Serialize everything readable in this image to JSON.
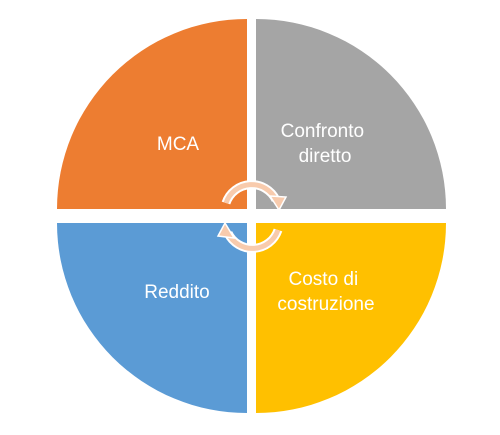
{
  "diagram": {
    "quadrants": [
      {
        "id": "top-left",
        "label_lines": [
          "MCA"
        ],
        "color": "#ED7D31"
      },
      {
        "id": "top-right",
        "label_lines": [
          "Confronto",
          "diretto"
        ],
        "color": "#A5A5A5"
      },
      {
        "id": "bottom-left",
        "label_lines": [
          "Reddito"
        ],
        "color": "#5B9BD5"
      },
      {
        "id": "bottom-right",
        "label_lines": [
          "Costo di",
          "costruzione"
        ],
        "color": "#FFC000"
      }
    ],
    "cycle_arrow_color": "#F8CBAD",
    "cycle_arrow_outline": "#ffffff"
  }
}
